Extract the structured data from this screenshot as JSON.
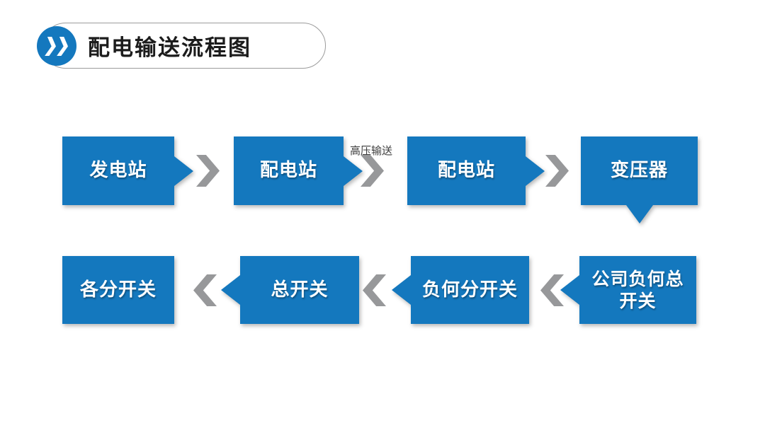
{
  "header": {
    "title": "配电输送流程图",
    "icon": "fast-forward-double-chevron"
  },
  "flow": {
    "annotation": "高压输送",
    "row1": [
      {
        "label": "发电站",
        "shape": "rect-tip-right"
      },
      {
        "label": "配电站",
        "shape": "rect-tip-right"
      },
      {
        "label": "配电站",
        "shape": "rect-tip-right"
      },
      {
        "label": "变压器",
        "shape": "rect-tip-down"
      }
    ],
    "row2": [
      {
        "label": "公司负何总开关",
        "shape": "rect-tip-left"
      },
      {
        "label": "负何分开关",
        "shape": "rect-tip-left"
      },
      {
        "label": "总开关",
        "shape": "rect-tip-left"
      },
      {
        "label": "各分开关",
        "shape": "rect"
      }
    ],
    "row1_direction": "right",
    "row2_direction": "left"
  },
  "colors": {
    "node_blue": "#1478BE",
    "arrow_gray": "#97989A",
    "title_text": "#1C1C1C",
    "annotation_text": "#3D3D3D"
  }
}
